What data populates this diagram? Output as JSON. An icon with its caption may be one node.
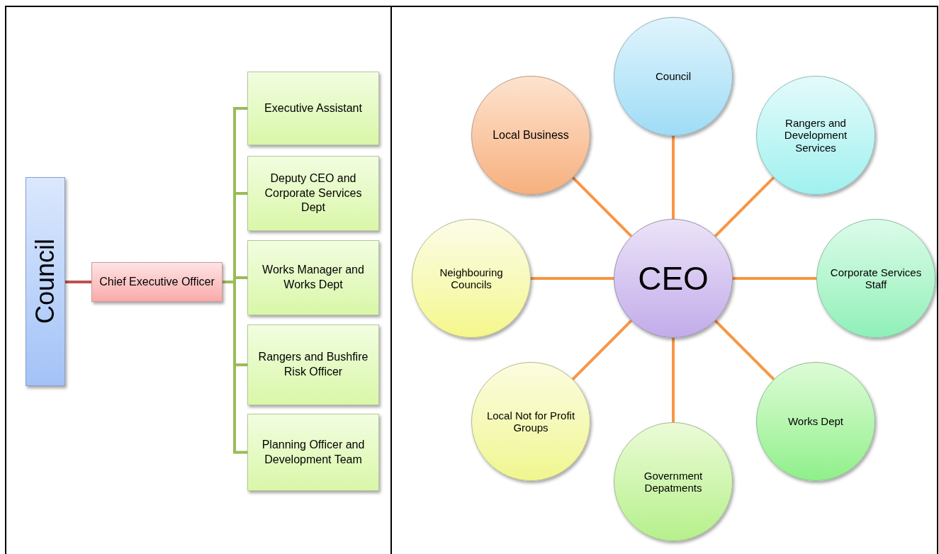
{
  "diagram": {
    "nodes": [
      {
        "text": [
          "Council"
        ]
      },
      {
        "text": [
          "Chief Executive Officer"
        ]
      },
      {
        "text": [
          "Executive Assistant"
        ]
      },
      {
        "text": [
          "Deputy CEO and Corporate Services Dept"
        ]
      },
      {
        "text": [
          "Works Manager and Works Dept"
        ]
      },
      {
        "text": [
          "Rangers and Bushfire Risk Officer"
        ]
      },
      {
        "text": [
          "Planning Officer and Development Team"
        ]
      },
      {
        "text": [
          "Council"
        ]
      },
      {
        "text": [
          "Local Business"
        ]
      },
      {
        "text": [
          "Rangers and Development Services"
        ]
      },
      {
        "text": [
          "Neighbouring Councils"
        ]
      },
      {
        "text": [
          "CEO"
        ]
      },
      {
        "text": [
          "Corporate Services Staff"
        ]
      },
      {
        "text": [
          "Local Not for Profit Groups"
        ]
      },
      {
        "text": [
          "Works Dept"
        ]
      },
      {
        "text": [
          "Government Depatments"
        ]
      }
    ],
    "edges": [
      {
        "from": 0,
        "to": 1,
        "arrow": "none",
        "color": "#c0504d"
      },
      {
        "from": 1,
        "to": 2,
        "arrow": "none",
        "color": "#9bbb59"
      },
      {
        "from": 1,
        "to": 3,
        "arrow": "none",
        "color": "#9bbb59"
      },
      {
        "from": 1,
        "to": 4,
        "arrow": "none",
        "color": "#9bbb59"
      },
      {
        "from": 1,
        "to": 5,
        "arrow": "none",
        "color": "#9bbb59"
      },
      {
        "from": 1,
        "to": 6,
        "arrow": "none",
        "color": "#9bbb59"
      },
      {
        "from": 11,
        "to": 7,
        "arrow": "none"
      },
      {
        "from": 11,
        "to": 8,
        "arrow": "none"
      },
      {
        "from": 11,
        "to": 9,
        "arrow": "none"
      },
      {
        "from": 11,
        "to": 10,
        "arrow": "none"
      },
      {
        "from": 11,
        "to": 12,
        "arrow": "none"
      },
      {
        "from": 11,
        "to": 13,
        "arrow": "none"
      },
      {
        "from": 11,
        "to": 14,
        "arrow": "none"
      },
      {
        "from": 11,
        "to": 15,
        "arrow": "none"
      }
    ]
  }
}
